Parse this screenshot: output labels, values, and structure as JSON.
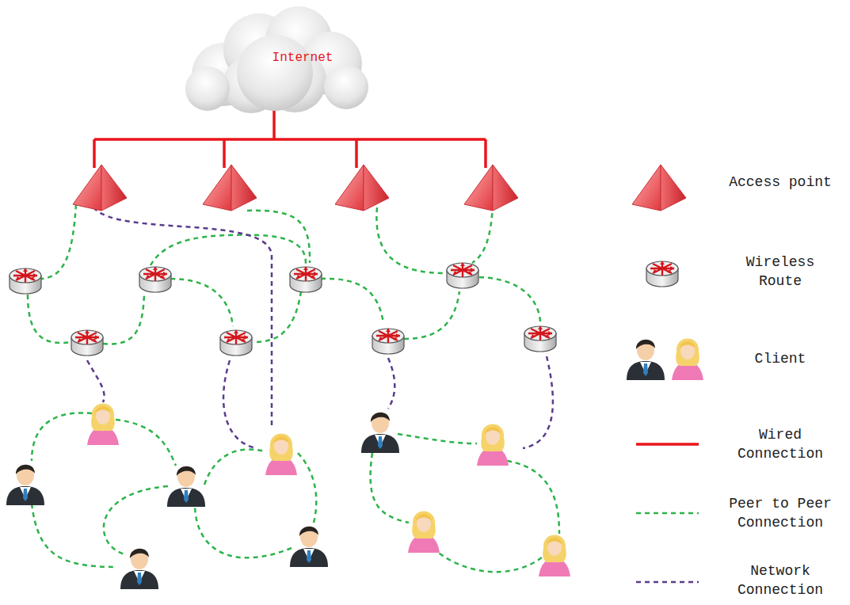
{
  "diagram": {
    "nodes": [
      {
        "text": [
          "Internet"
        ]
      }
    ],
    "edges": [],
    "legend": [
      {
        "text": "Access point"
      },
      {
        "text": "Wireless Route"
      },
      {
        "text": "Client"
      },
      {
        "text": "Wired Connection"
      },
      {
        "text": "Peer to Peer Connection"
      },
      {
        "text": "Network Connection"
      }
    ]
  }
}
